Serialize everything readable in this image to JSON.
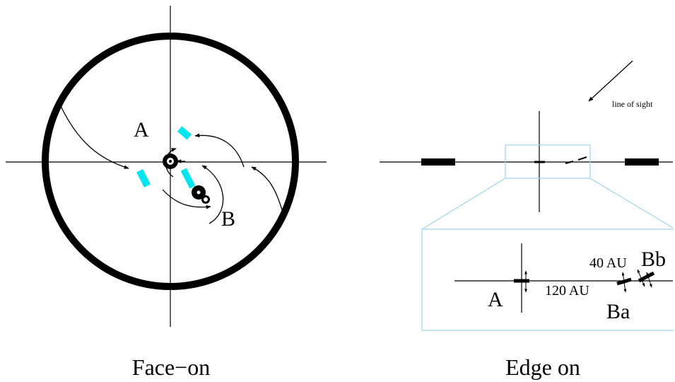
{
  "panels": {
    "face_on": {
      "caption": "Face−on",
      "label_a": "A",
      "label_b": "B"
    },
    "edge_on": {
      "caption": "Edge on",
      "line_of_sight": "line of sight",
      "inset": {
        "label_a": "A",
        "label_ba": "Ba",
        "label_bb": "Bb",
        "dist_120": "120 AU",
        "dist_40": "40 AU"
      }
    }
  },
  "colors": {
    "ink": "#000000",
    "accent_cyan": "#00e5ee",
    "inset_frame": "#9fd3ec"
  }
}
